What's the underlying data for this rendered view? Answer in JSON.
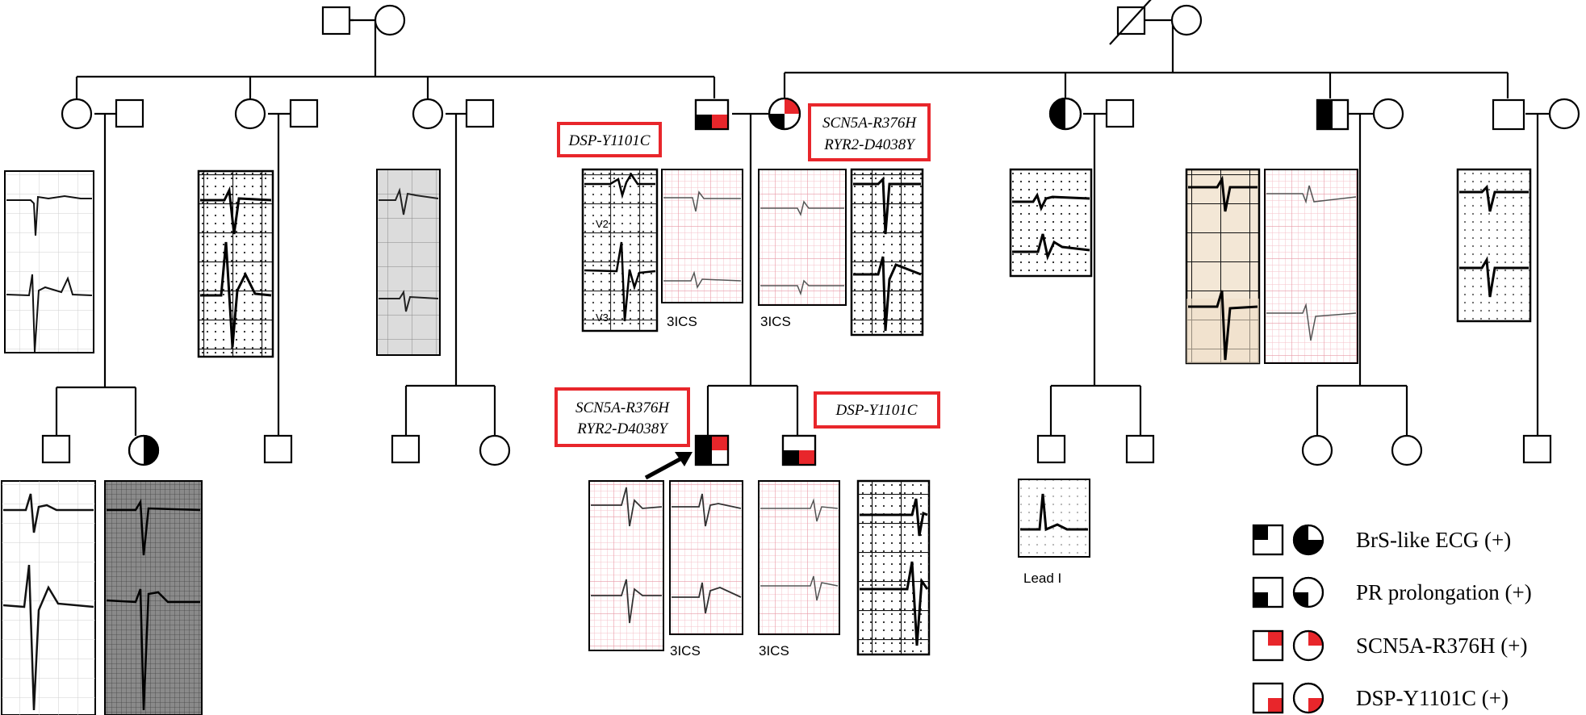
{
  "colors": {
    "red": "#e8262b",
    "black": "#000000",
    "ecg_grid_red": "#f2b8c0",
    "ecg_grid_black": "#555555"
  },
  "gene_labels": {
    "father_gen2": "DSP-Y1101C",
    "mother_gen2_line1": "SCN5A-R376H",
    "mother_gen2_line2": "RYR2-D4038Y",
    "proband_line1": "SCN5A-R376H",
    "proband_line2": "RYR2-D4038Y",
    "brother_gen3": "DSP-Y1101C"
  },
  "ecg_labels": {
    "father_3ics": "3ICS",
    "mother_3ics": "3ICS",
    "proband_3ics": "3ICS",
    "brother_3ics": "3ICS",
    "lead_i": "Lead I",
    "lead_v2": "V2",
    "lead_v3": "V3"
  },
  "legend": [
    {
      "label": "BrS-like ECG (+)",
      "marker": "brs"
    },
    {
      "label": "PR prolongation (+)",
      "marker": "pr"
    },
    {
      "label": "SCN5A-R376H (+)",
      "marker": "scn5a"
    },
    {
      "label": "DSP-Y1101C (+)",
      "marker": "dsp"
    }
  ]
}
